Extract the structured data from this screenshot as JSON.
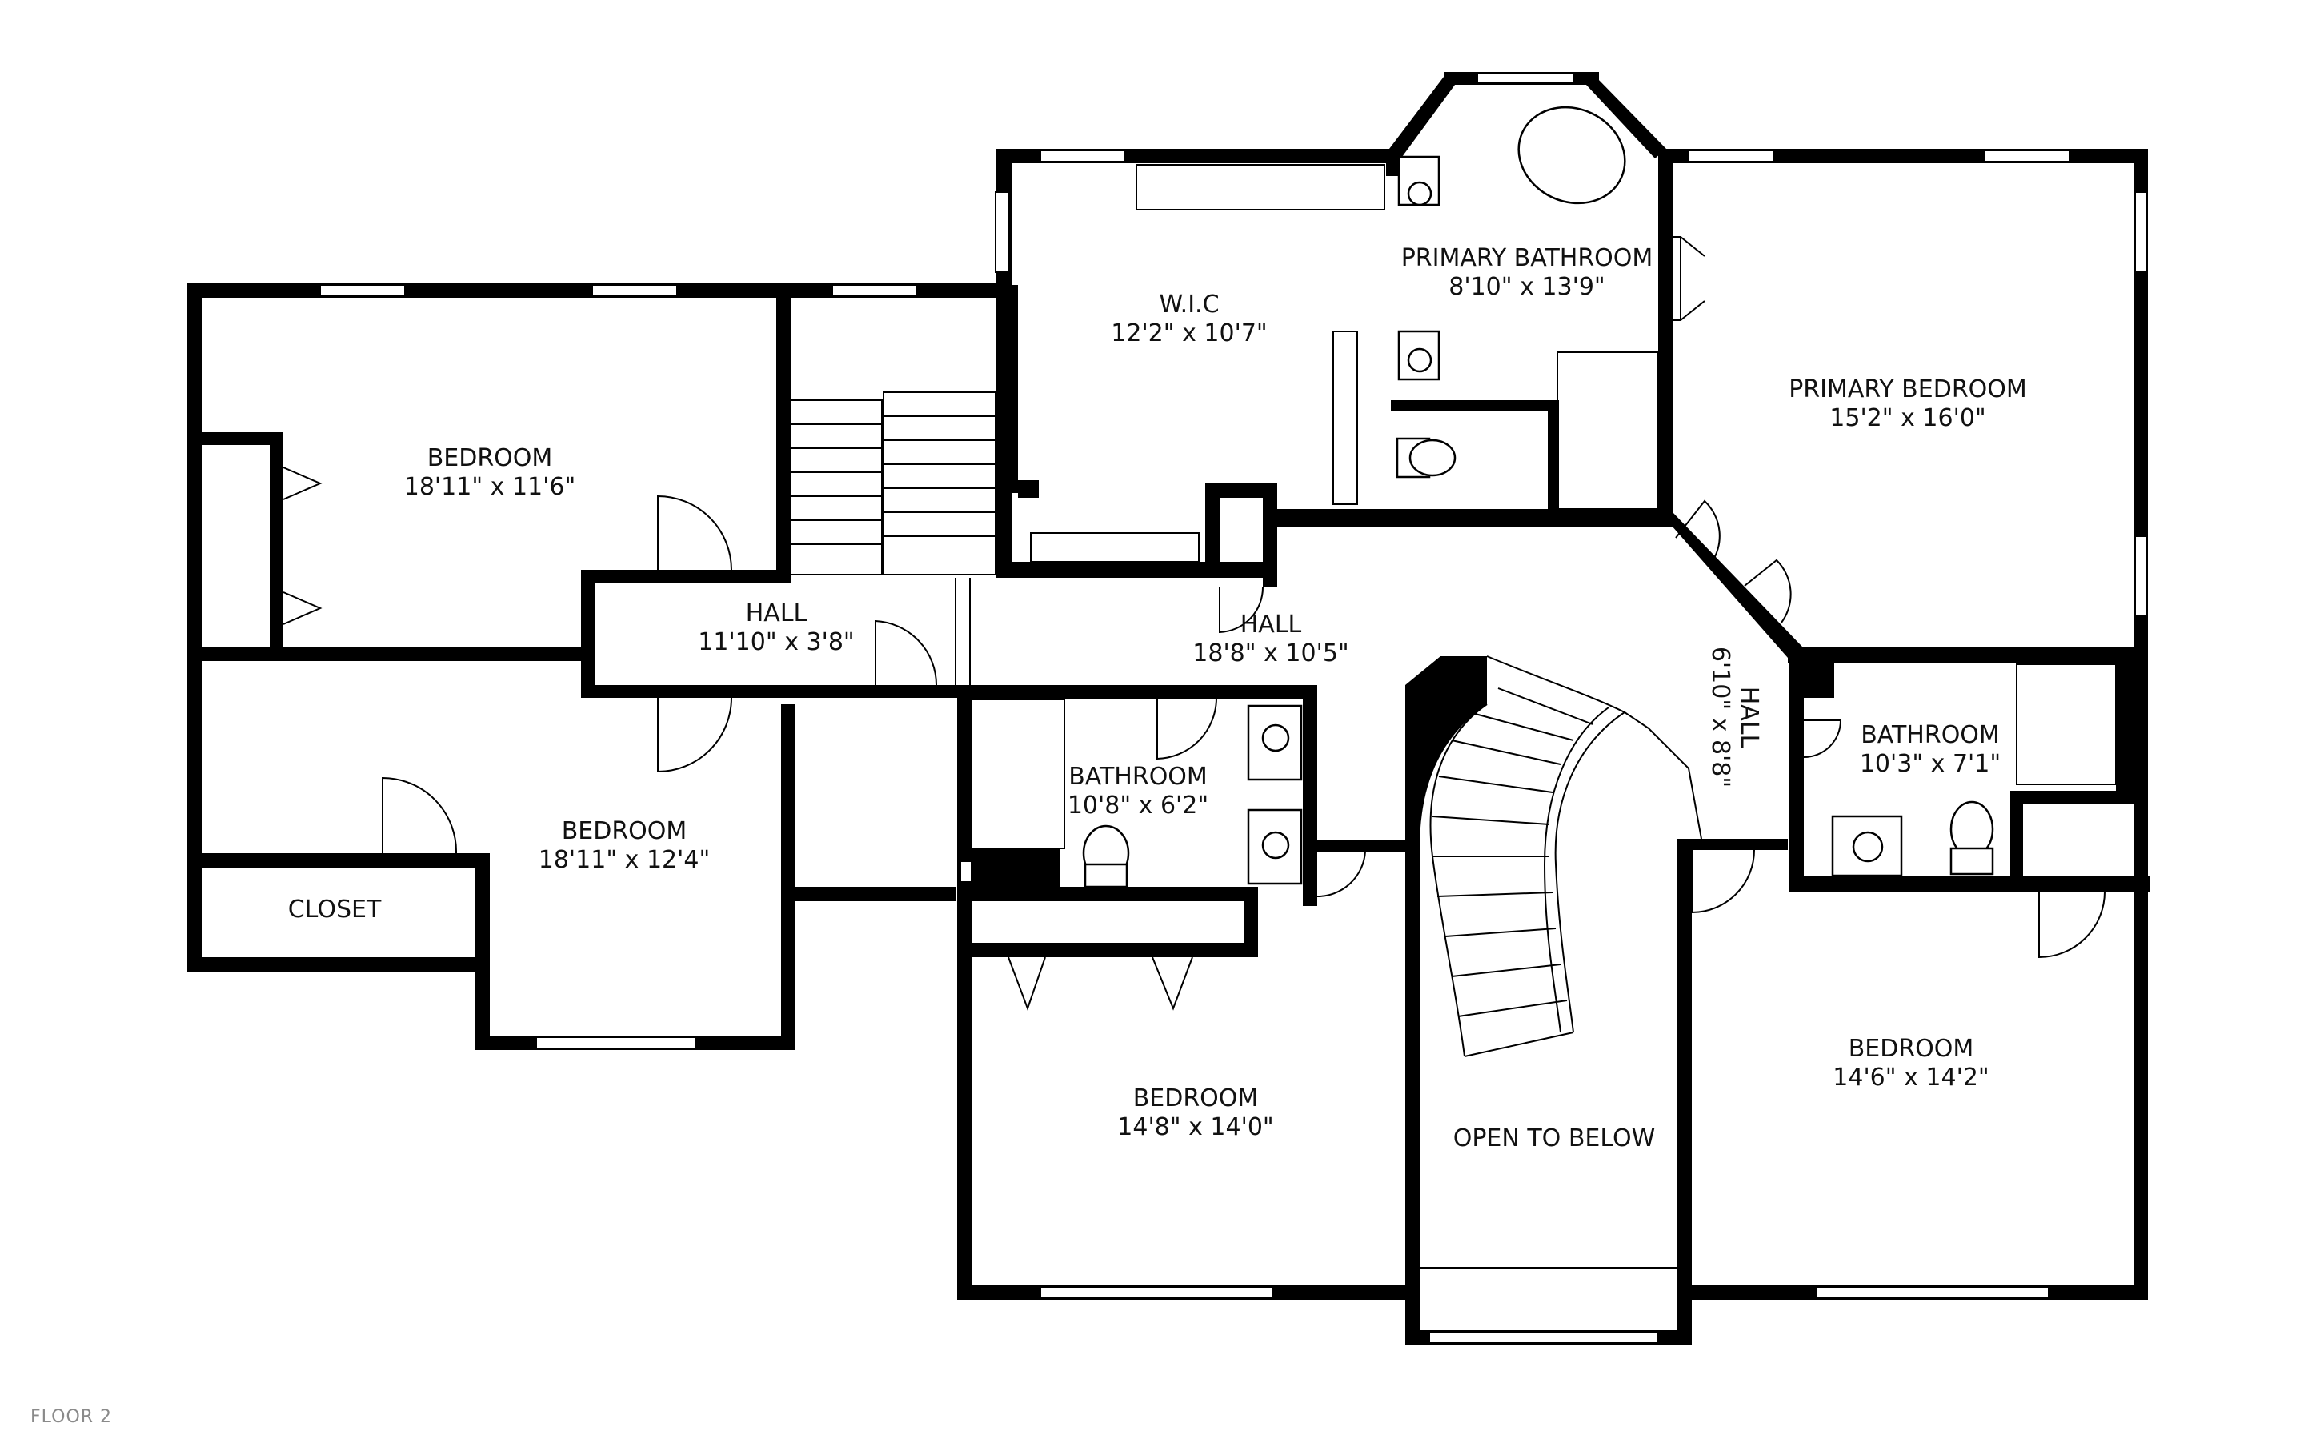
{
  "floor_label": "FLOOR 2",
  "rooms": {
    "bedroom_nw": {
      "name": "BEDROOM",
      "dims": "18'11\" x 11'6\""
    },
    "hall_small": {
      "name": "HALL",
      "dims": "11'10\" x 3'8\""
    },
    "bedroom_w": {
      "name": "BEDROOM",
      "dims": "18'11\" x 12'4\""
    },
    "closet": {
      "name": "CLOSET"
    },
    "wic": {
      "name": "W.I.C",
      "dims": "12'2\" x 10'7\""
    },
    "primary_bath": {
      "name": "PRIMARY BATHROOM",
      "dims": "8'10\" x 13'9\""
    },
    "primary_bed": {
      "name": "PRIMARY BEDROOM",
      "dims": "15'2\" x 16'0\""
    },
    "hall_main": {
      "name": "HALL",
      "dims": "18'8\" x 10'5\""
    },
    "hall_diag": {
      "name": "HALL",
      "dims": "6'10\" x 8'8\""
    },
    "bathroom_c": {
      "name": "BATHROOM",
      "dims": "10'8\" x 6'2\""
    },
    "bathroom_e": {
      "name": "BATHROOM",
      "dims": "10'3\" x 7'1\""
    },
    "bedroom_s": {
      "name": "BEDROOM",
      "dims": "14'8\" x 14'0\""
    },
    "open": {
      "name": "OPEN TO BELOW"
    },
    "bedroom_se": {
      "name": "BEDROOM",
      "dims": "14'6\" x 14'2\""
    }
  }
}
